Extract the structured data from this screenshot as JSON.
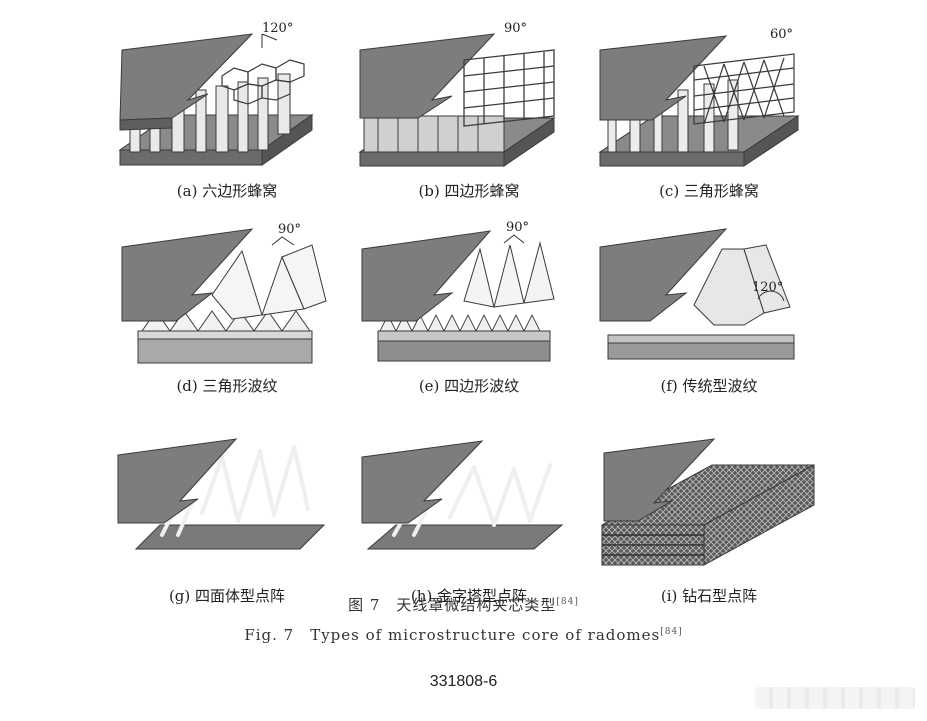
{
  "panels": [
    {
      "label": "(a) 六边形蜂窝",
      "angle": "120°",
      "type": "hex"
    },
    {
      "label": "(b) 四边形蜂窝",
      "angle": "90°",
      "type": "square"
    },
    {
      "label": "(c) 三角形蜂窝",
      "angle": "60°",
      "type": "triangle"
    },
    {
      "label": "(d) 三角形波纹",
      "angle": "90°",
      "type": "tri-corrugation"
    },
    {
      "label": "(e) 四边形波纹",
      "angle": "90°",
      "type": "quad-corrugation"
    },
    {
      "label": "(f) 传统型波纹",
      "angle": "120°",
      "type": "trad-corrugation"
    },
    {
      "label": "(g) 四面体型点阵",
      "angle": "",
      "type": "tetra-lattice"
    },
    {
      "label": "(h) 金字塔型点阵",
      "angle": "",
      "type": "pyramid-lattice"
    },
    {
      "label": "(i) 钻石型点阵",
      "angle": "",
      "type": "diamond-lattice"
    }
  ],
  "caption": {
    "zh": "图 7　天线罩微结构夹芯类型",
    "zh_ref": "[84]",
    "en": "Fig. 7　Types of microstructure core of radomes",
    "en_ref": "[84]"
  },
  "code": "331808-6",
  "colors": {
    "face": "#7d7d7d",
    "face_dark": "#5f5f5f",
    "core_light": "#e8e8e8",
    "core_mid": "#b9b9b9",
    "edge": "#3a3a3a"
  }
}
